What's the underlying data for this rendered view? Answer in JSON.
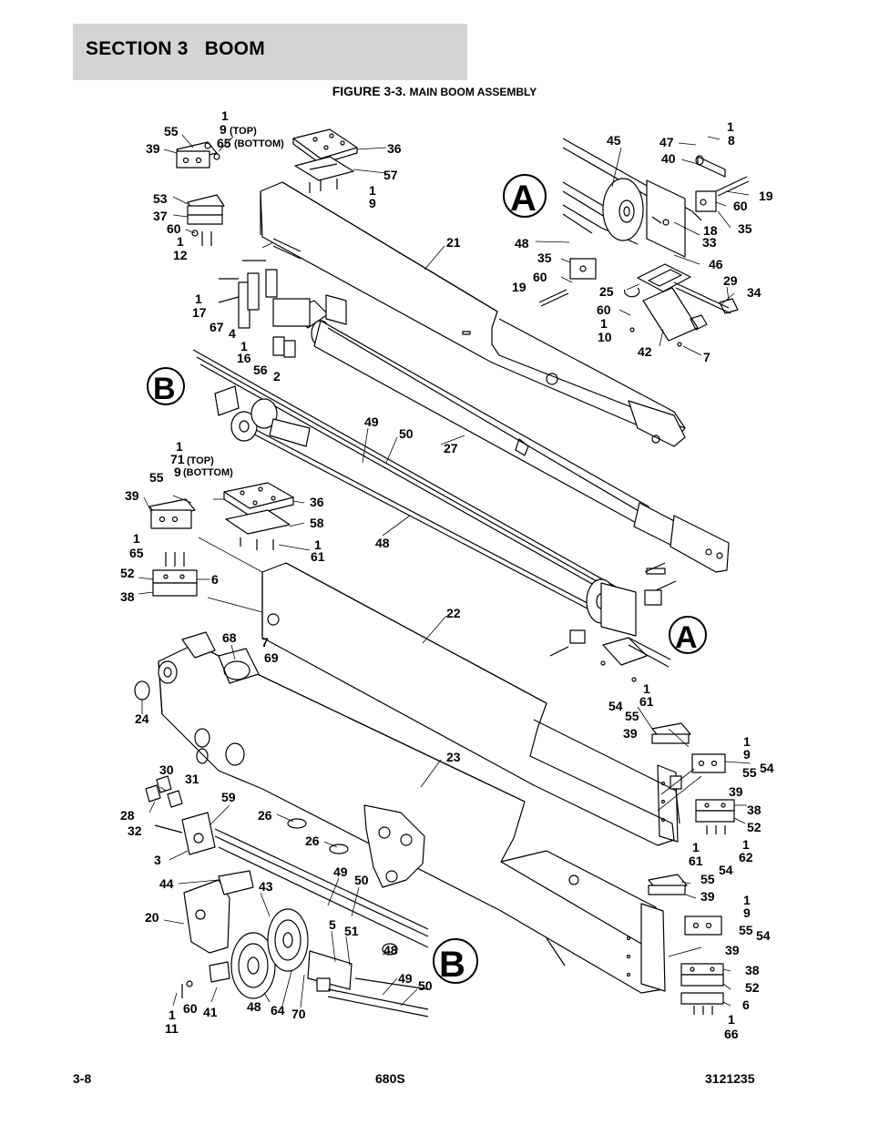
{
  "header": {
    "section": "SECTION 3   BOOM",
    "figure_prefix": "FIGURE 3-3.",
    "figure_name": "MAIN BOOM ASSEMBLY"
  },
  "detail_labels": {
    "a": "A",
    "b": "B"
  },
  "callouts": {
    "c45": "45",
    "c47": "47",
    "c8": "8",
    "c1_8": "1",
    "c40": "40",
    "c19a": "19",
    "c60a": "60",
    "c35a": "35",
    "c18": "18",
    "c33": "33",
    "c48a": "48",
    "c46": "46",
    "c35b": "35",
    "c60b": "60",
    "c19b": "19",
    "c25": "25",
    "c29": "29",
    "c34": "34",
    "c60c": "60",
    "c1_10": "1",
    "c10": "10",
    "c42": "42",
    "c7a": "7",
    "c1_top": "1",
    "c9top": "9",
    "top_tag": "(TOP)",
    "c65bot": "65",
    "bottom_tag": "(BOTTOM)",
    "c55a": "55",
    "c39a": "39",
    "c36a": "36",
    "c57": "57",
    "c1_9a": "1",
    "c9a": "9",
    "c53": "53",
    "c37": "37",
    "c60d": "60",
    "c1_12": "1",
    "c12": "12",
    "c21": "21",
    "c1_17": "1",
    "c17": "17",
    "c67": "67",
    "c4": "4",
    "c1_16": "1",
    "c16": "16",
    "c56": "56",
    "c2": "2",
    "c49a": "49",
    "c50a": "50",
    "c27": "27",
    "c1_71": "1",
    "c71": "71",
    "top_tag2": "(TOP)",
    "c9bot": "9",
    "bottom_tag2": "(BOTTOM)",
    "c55b": "55",
    "c39b": "39",
    "c36b": "36",
    "c58": "58",
    "c1_61a": "1",
    "c61a": "61",
    "c48b": "48",
    "c1_65": "1",
    "c65": "65",
    "c52a": "52",
    "c6a": "6",
    "c38a": "38",
    "c22": "22",
    "c68": "68",
    "c7b": "7",
    "c69": "69",
    "c24": "24",
    "c1_61b": "1",
    "c61b": "61",
    "c54a": "54",
    "c55c": "55",
    "c39c": "39",
    "c1_9b": "1",
    "c9b": "9",
    "c55d": "55",
    "c54b": "54",
    "c39d": "39",
    "c38b": "38",
    "c52b": "52",
    "c1_62": "1",
    "c62": "62",
    "c23": "23",
    "c30": "30",
    "c31": "31",
    "c28": "28",
    "c32": "32",
    "c59": "59",
    "c3": "3",
    "c26a": "26",
    "c26b": "26",
    "c1_61c": "1",
    "c61c": "61",
    "c55e": "55",
    "c54c": "54",
    "c39e": "39",
    "c1_9c": "1",
    "c9c": "9",
    "c55f": "55",
    "c54d": "54",
    "c39f": "39",
    "c38c": "38",
    "c52c": "52",
    "c6b": "6",
    "c1_66": "1",
    "c66": "66",
    "c44": "44",
    "c43": "43",
    "c49b": "49",
    "c50b": "50",
    "c20": "20",
    "c5": "5",
    "c51": "51",
    "c48c": "48",
    "c49c": "49",
    "c50c": "50",
    "c1_11": "1",
    "c11": "11",
    "c60e": "60",
    "c41": "41",
    "c48d": "48",
    "c64": "64",
    "c70": "70"
  },
  "footer": {
    "page": "3-8",
    "model": "680S",
    "doc_number": "3121235"
  }
}
